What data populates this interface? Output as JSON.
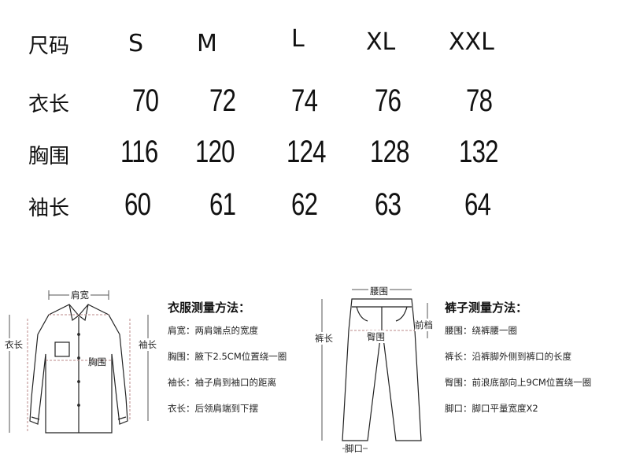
{
  "table": {
    "header_label": "尺码",
    "sizes": [
      "S",
      "M",
      "L",
      "XL",
      "XXL"
    ],
    "rows": [
      {
        "label": "衣长",
        "values": [
          "70",
          "72",
          "74",
          "76",
          "78"
        ]
      },
      {
        "label": "胸围",
        "values": [
          "116",
          "120",
          "124",
          "128",
          "132"
        ]
      },
      {
        "label": "袖长",
        "values": [
          "60",
          "61",
          "62",
          "63",
          "64"
        ]
      }
    ]
  },
  "shirt": {
    "title": "衣服测量方法：",
    "labels": {
      "shoulder": "肩宽",
      "length": "衣长",
      "sleeve": "袖长",
      "chest": "胸围"
    },
    "notes": [
      "肩宽：两肩端点的宽度",
      "胸围：腋下2.5CM位置绕一圈",
      "袖长：袖子肩到袖口的距离",
      "衣长：后领肩端到下摆"
    ]
  },
  "pants": {
    "title": "裤子测量方法：",
    "labels": {
      "waist": "腰围",
      "rise": "前档",
      "length": "裤长",
      "hip": "臀围",
      "hem": "脚口"
    },
    "notes": [
      "腰围：绕裤腰一圈",
      "裤长：沿裤脚外侧到裤口的长度",
      "臀围：前浪底部向上9CM位置绕一圈",
      "脚口：脚口平量宽度X2"
    ]
  }
}
